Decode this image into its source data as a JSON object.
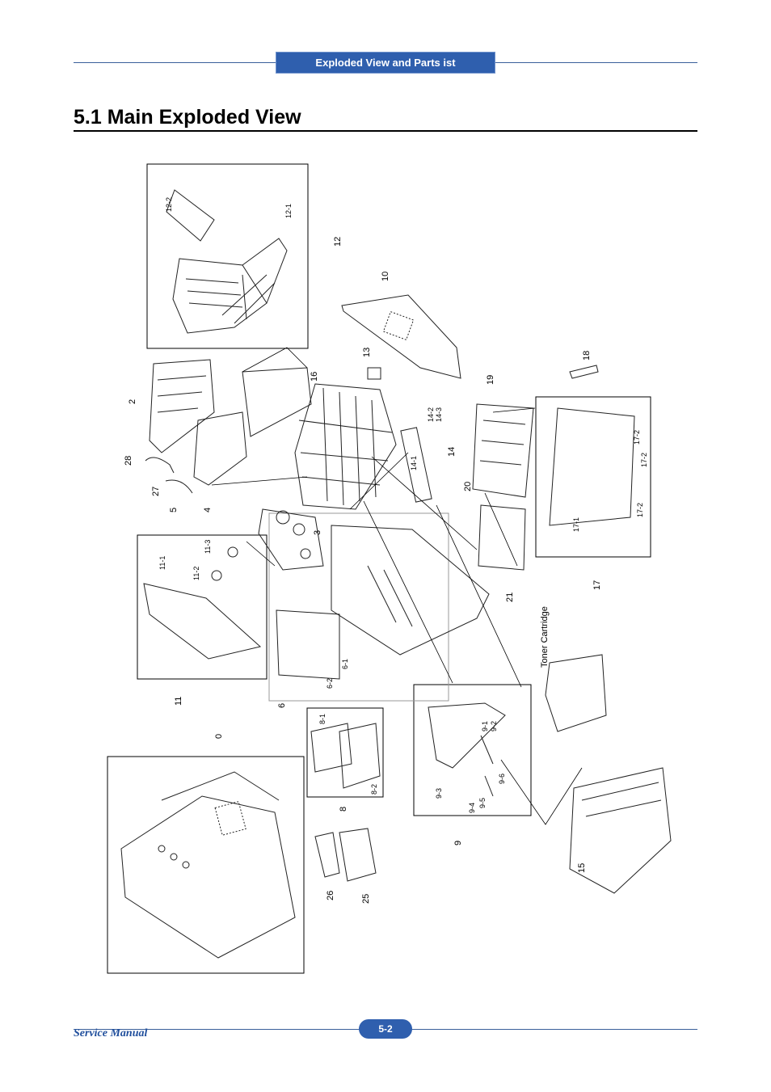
{
  "header": {
    "section_tab": "Exploded View and Parts   ist"
  },
  "page": {
    "title": "5.1 Main Exploded View"
  },
  "diagram": {
    "callouts": {
      "c0": "0",
      "c2": "2",
      "c3": "3",
      "c4": "4",
      "c5": "5",
      "c6": "6",
      "c6_1": "6-1",
      "c6_2": "6-2",
      "c8": "8",
      "c8_1": "8-1",
      "c8_2": "8-2",
      "c9": "9",
      "c9_1": "9-1",
      "c9_2": "9-2",
      "c9_3": "9-3",
      "c9_4": "9-4",
      "c9_5": "9-5",
      "c9_6": "9-6",
      "c10": "10",
      "c11": "11",
      "c11_1": "11-1",
      "c11_2": "11-2",
      "c11_3": "11-3",
      "c12": "12",
      "c12_1": "12-1",
      "c12_2": "12-2",
      "c13": "13",
      "c14": "14",
      "c14_1": "14-1",
      "c14_2": "14-2",
      "c14_3": "14-3",
      "c15": "15",
      "c16": "16",
      "c17": "17",
      "c17_1": "17-1",
      "c17_2a": "17-2",
      "c17_2b": "17-2",
      "c17_2c": "17-2",
      "c18": "18",
      "c19": "19",
      "c20": "20",
      "c21": "21",
      "c25": "25",
      "c26": "26",
      "c27": "27",
      "c28": "28",
      "toner": "Toner Cartridge"
    }
  },
  "footer": {
    "left_label": "Service Manual",
    "page_number": "5-2"
  }
}
